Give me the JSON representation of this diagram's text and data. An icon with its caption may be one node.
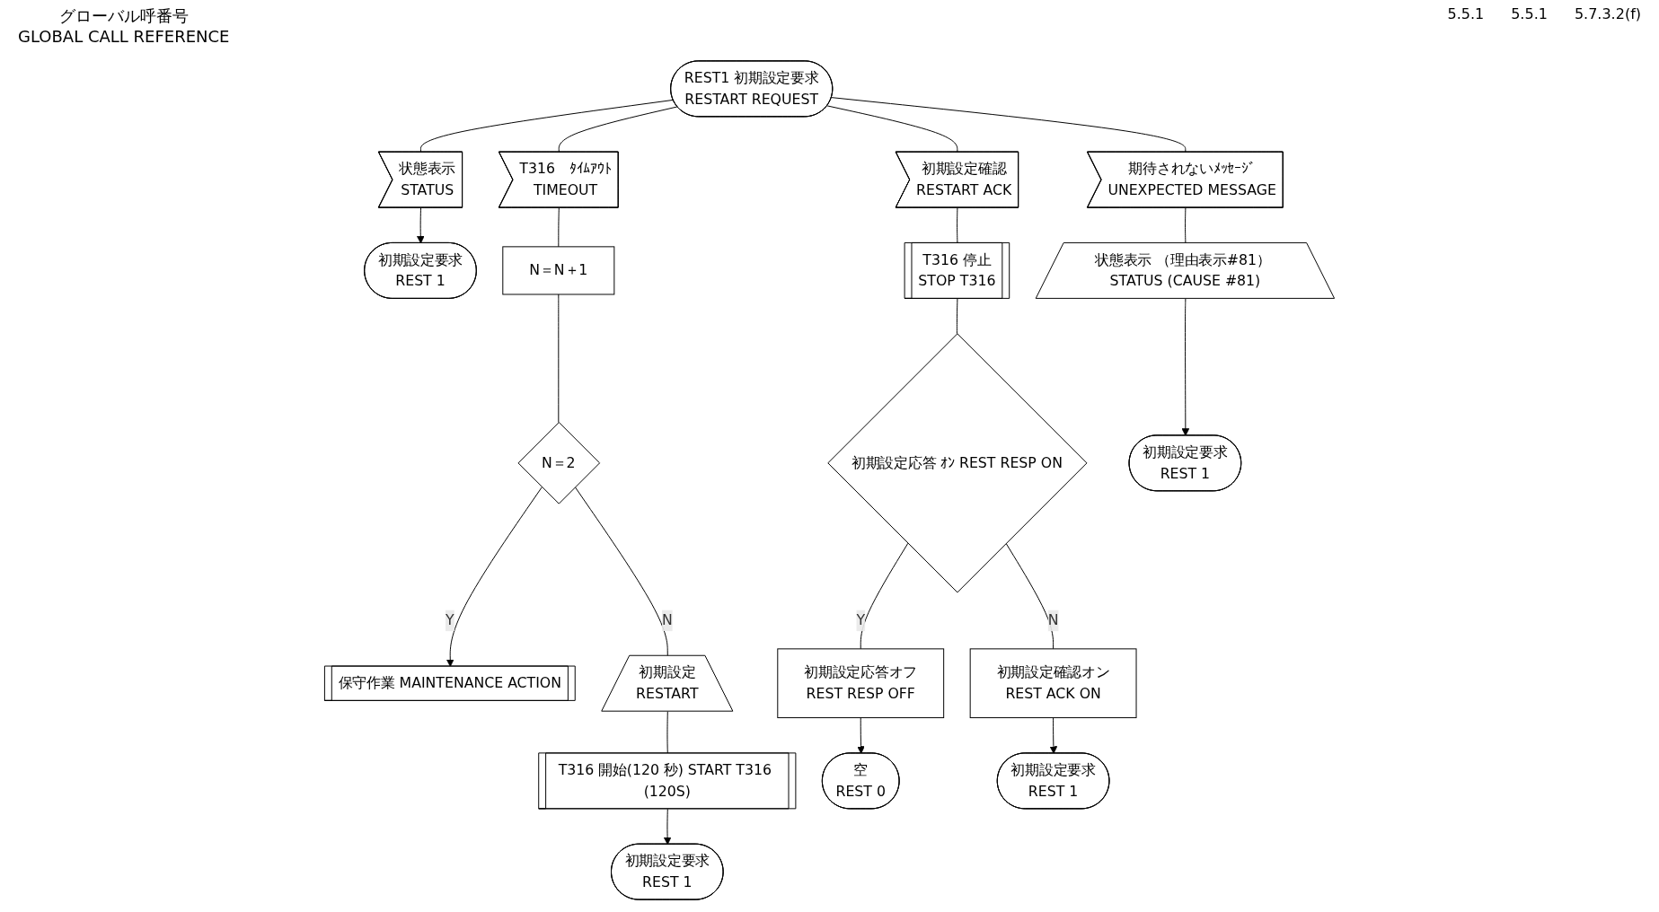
{
  "diagram": {
    "nodes": [
      {
        "text": [
          "REST1 初期設定要求",
          "RESTART REQUEST"
        ]
      },
      {
        "text": [
          "状態表示",
          "STATUS"
        ]
      },
      {
        "text": [
          "初期設定要求",
          "REST 1"
        ]
      },
      {
        "text": [
          "T316　ﾀｲﾑｱｳﾄ",
          "TIMEOUT"
        ]
      },
      {
        "text": [
          "N＝N＋1"
        ]
      },
      {
        "text": [
          "N＝2"
        ]
      },
      {
        "text": [
          "保守作業 MAINTENANCE ACTION"
        ]
      },
      {
        "text": [
          "初期設定",
          "RESTART"
        ]
      },
      {
        "text": [
          "T316 開始(120 秒) START T316 (120S)"
        ]
      },
      {
        "text": [
          "初期設定要求",
          "REST 1"
        ]
      },
      {
        "text": [
          "初期設定確認",
          "RESTART ACK"
        ]
      },
      {
        "text": [
          "T316 停止",
          "STOP T316"
        ]
      },
      {
        "text": [
          "初期設定応答 ｵﾝ REST RESP ON"
        ]
      },
      {
        "text": [
          "初期設定応答オフ",
          "REST RESP OFF"
        ]
      },
      {
        "text": [
          "初期設定確認オン",
          "REST ACK ON"
        ]
      },
      {
        "text": [
          "空",
          "REST 0"
        ]
      },
      {
        "text": [
          "初期設定要求",
          "REST 1"
        ]
      },
      {
        "text": [
          "期待されないﾒｯｾｰｼﾞ",
          "UNEXPECTED MESSAGE"
        ]
      },
      {
        "text": [
          "状態表示 （理由表示#81） STATUS (CAUSE #81)"
        ]
      },
      {
        "text": [
          "初期設定要求",
          "REST 1"
        ]
      }
    ],
    "edges": [
      {
        "from": 0,
        "to": 1,
        "arrow": "none"
      },
      {
        "from": 0,
        "to": 3,
        "arrow": "none"
      },
      {
        "from": 0,
        "to": 10,
        "arrow": "none"
      },
      {
        "from": 0,
        "to": 17,
        "arrow": "none"
      },
      {
        "from": 1,
        "to": 2,
        "arrow": "to"
      },
      {
        "from": 3,
        "to": 4,
        "arrow": "none"
      },
      {
        "from": 4,
        "to": 5,
        "arrow": "none"
      },
      {
        "from": 5,
        "to": 6,
        "arrow": "to",
        "label": "Y"
      },
      {
        "from": 5,
        "to": 7,
        "arrow": "none",
        "label": "N"
      },
      {
        "from": 7,
        "to": 8,
        "arrow": "none"
      },
      {
        "from": 8,
        "to": 9,
        "arrow": "to"
      },
      {
        "from": 10,
        "to": 11,
        "arrow": "none"
      },
      {
        "from": 11,
        "to": 12,
        "arrow": "none"
      },
      {
        "from": 12,
        "to": 13,
        "arrow": "none",
        "label": "Y"
      },
      {
        "from": 12,
        "to": 14,
        "arrow": "none",
        "label": "N"
      },
      {
        "from": 13,
        "to": 15,
        "arrow": "to"
      },
      {
        "from": 14,
        "to": 16,
        "arrow": "to"
      },
      {
        "from": 17,
        "to": 18,
        "arrow": "none"
      },
      {
        "from": 18,
        "to": 19,
        "arrow": "to"
      }
    ],
    "labels": [
      "グローバル呼番号",
      "GLOBAL CALL REFERENCE",
      "5.5.1",
      "5.5.1",
      "5.7.3.2(f)"
    ]
  }
}
